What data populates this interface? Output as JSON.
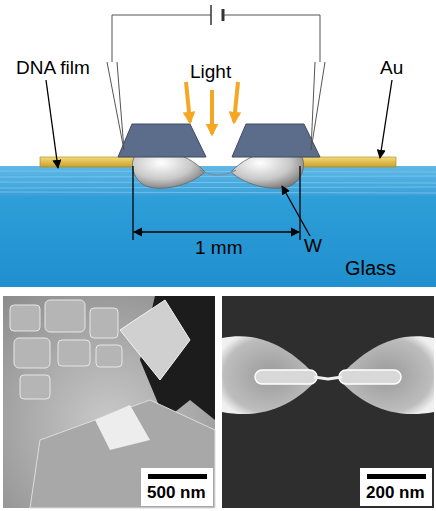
{
  "diagram": {
    "nodes": [
      {
        "text": [
          "Glass"
        ]
      }
    ],
    "labels": [
      "DNA film",
      "Au",
      "Light",
      "W",
      "1 mm",
      "500 nm",
      "200 nm"
    ]
  }
}
